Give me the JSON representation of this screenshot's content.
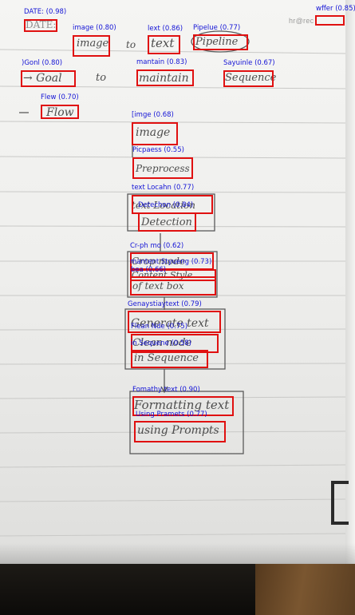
{
  "header": {
    "corner_text": "hr@rec"
  },
  "handwriting": {
    "date": "DATE:",
    "image": "image",
    "to": "to",
    "text": "text",
    "pipeline": "Pipeline",
    "goal": "→ Goal",
    "maintain": "maintain",
    "sequence": "Sequence",
    "flow": "Flow",
    "image2": "image",
    "preprocess": "Preprocess",
    "text_location": "text Location",
    "detection": "Detection",
    "crop_mode": "Crop mode",
    "content_style": "Content Style",
    "text_box": "of text box",
    "generate_text": "Generate text",
    "clean_node": "Clean node",
    "in_sequence": "in Sequence",
    "formatting_text": "Formatting text",
    "using_prompts": "using Prompts"
  },
  "detections": [
    {
      "label": "DATE: (0.98)"
    },
    {
      "label": "wffer (0.85)"
    },
    {
      "label": "image (0.80)"
    },
    {
      "label": "lext (0.86)"
    },
    {
      "label": "Pipelue (0.77)"
    },
    {
      "label": ")Gonl (0.80)"
    },
    {
      "label": "mantain (0.83)"
    },
    {
      "label": "Sayuinle (0.67)"
    },
    {
      "label": "Flew (0.70)"
    },
    {
      "label": "[imge (0.68)"
    },
    {
      "label": "Picpaess (0.55)"
    },
    {
      "label": "text Locahn (0.77)"
    },
    {
      "label": "Detechon (0.84)"
    },
    {
      "label": "Cr-ph mo (0.62)"
    },
    {
      "label": "mantent Styueng (0.73)"
    },
    {
      "label": "bea (0.66)"
    },
    {
      "label": "Genaystiaytext (0.79)"
    },
    {
      "label": "Flean Nde (0.75)"
    },
    {
      "label": "in Sequene (0.58)"
    },
    {
      "label": "Fomathy text (0.90)"
    },
    {
      "label": "Using Pramets (0.77)"
    }
  ],
  "colors": {
    "box": "#e01010",
    "label": "#1414d6",
    "ink": "#4d4d4d"
  }
}
